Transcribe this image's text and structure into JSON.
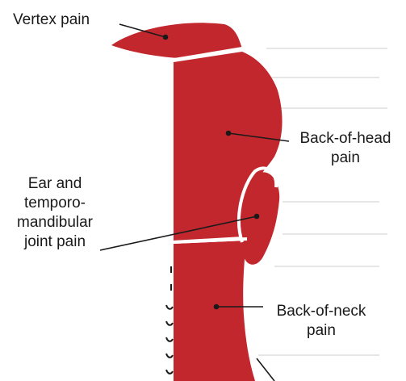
{
  "colors": {
    "region_fill": "#c1272d",
    "outline": "#ffffff",
    "leader": "#1a1a1a",
    "background": "#ffffff"
  },
  "labels": {
    "vertex": [
      "Vertex pain"
    ],
    "back_of_head": [
      "Back-of-head",
      "pain"
    ],
    "ear_tmj": [
      "Ear and",
      "temporo-",
      "mandibular",
      "joint pain"
    ],
    "back_of_neck": [
      "Back-of-neck",
      "pain"
    ]
  }
}
